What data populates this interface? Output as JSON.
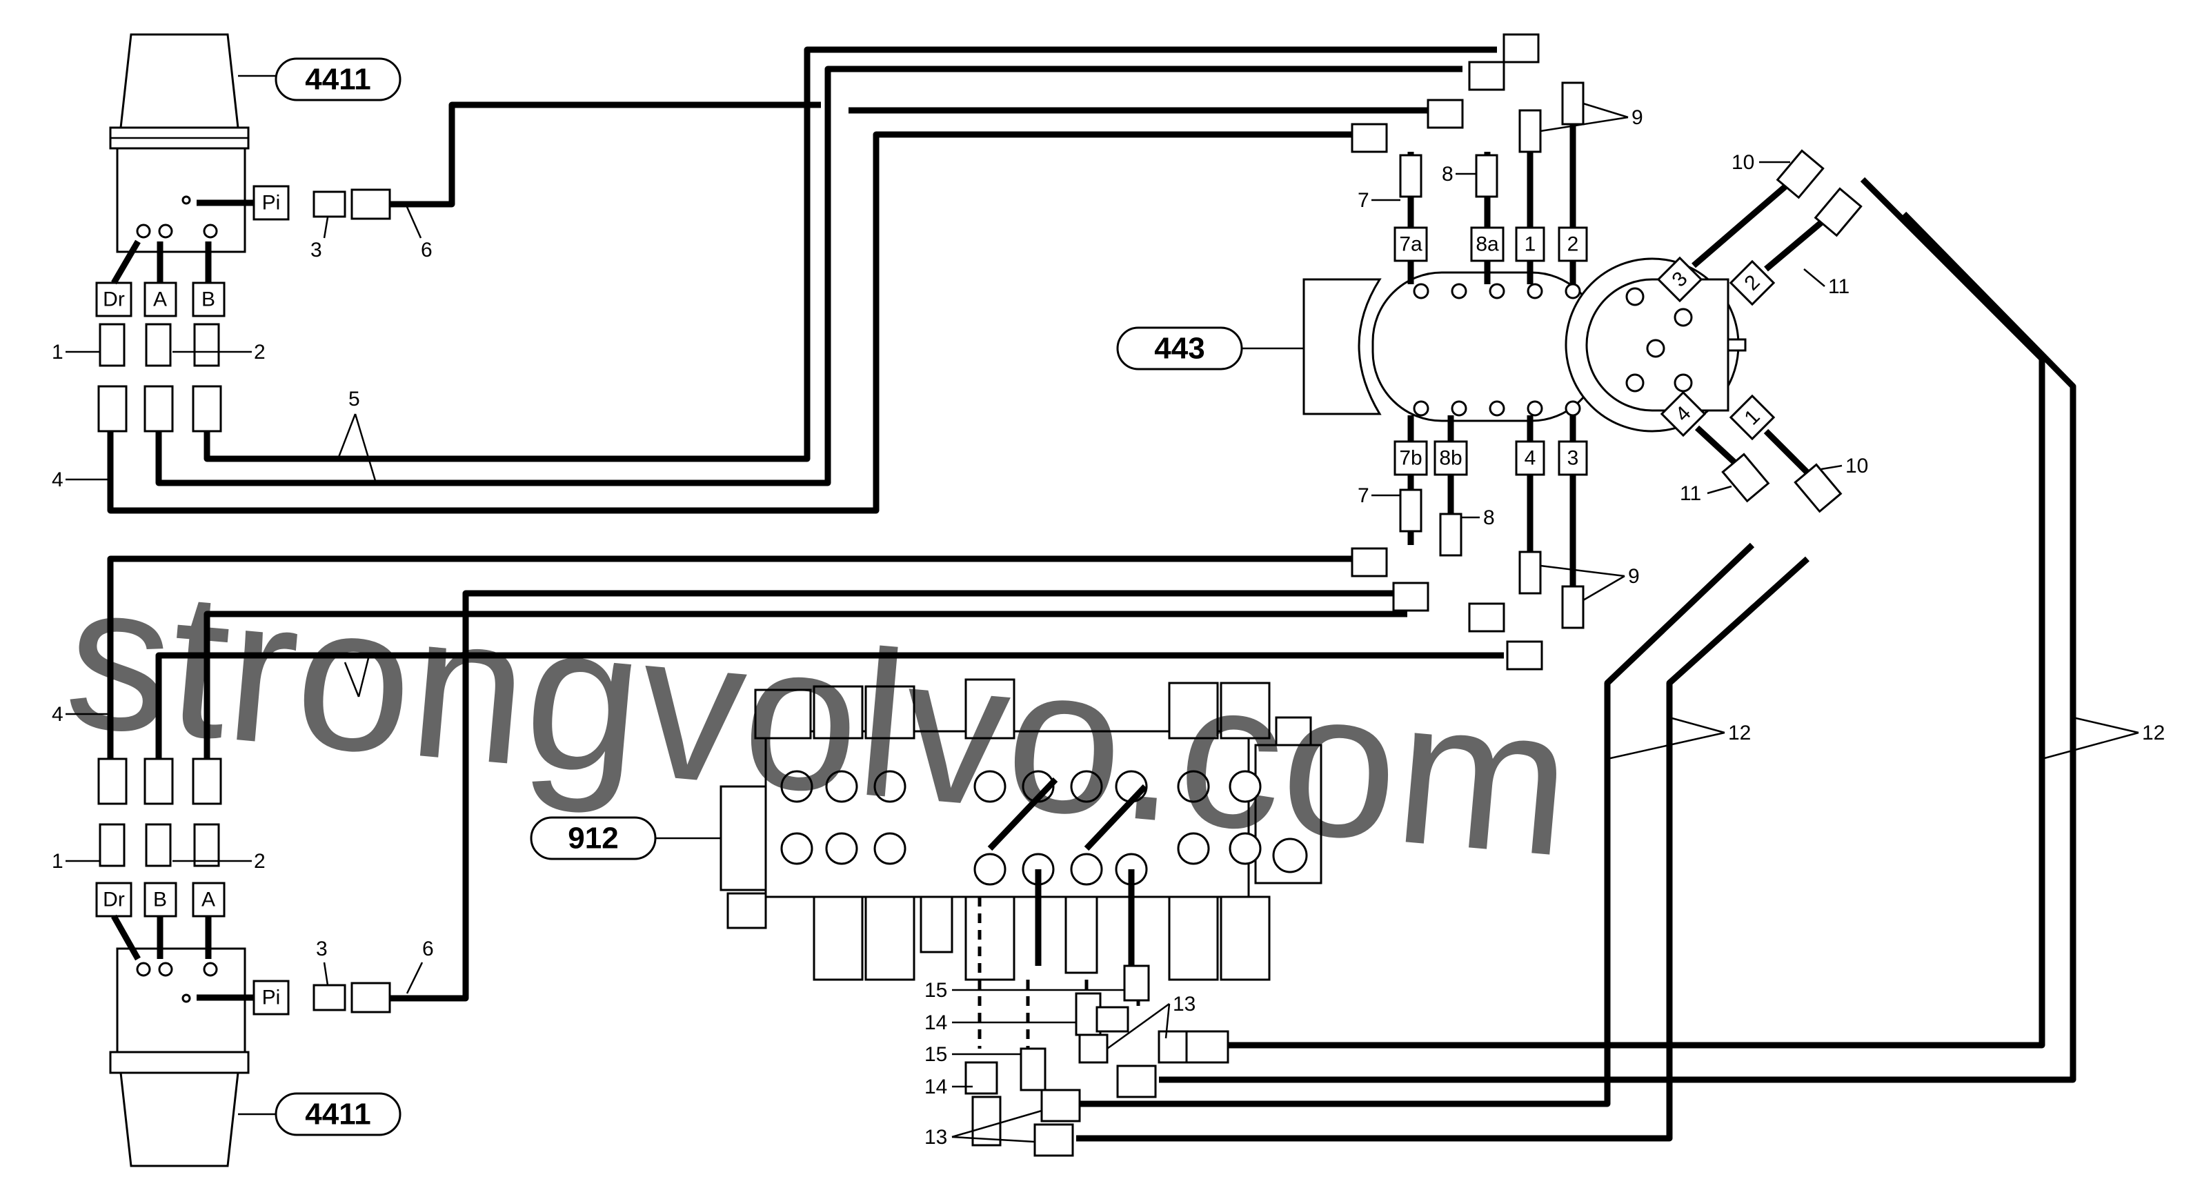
{
  "components": {
    "steer_cyl_top": "4411",
    "steer_cyl_bottom": "4411",
    "swivel": "443",
    "control_valve": "912"
  },
  "port_labels": {
    "top_cyl": [
      "Dr",
      "A",
      "B",
      "Pi"
    ],
    "bottom_cyl": [
      "Dr",
      "B",
      "A",
      "Pi"
    ],
    "swivel_top": [
      "7a",
      "8a",
      "1",
      "2"
    ],
    "swivel_bottom": [
      "7b",
      "8b",
      "4",
      "3"
    ],
    "swivel_right": [
      "3",
      "2",
      "4",
      "1"
    ]
  },
  "item_numbers": {
    "n1": "1",
    "n2": "2",
    "n3": "3",
    "n4": "4",
    "n5": "5",
    "n6": "6",
    "n7": "7",
    "n8": "8",
    "n9": "9",
    "n10": "10",
    "n11": "11",
    "n12": "12",
    "n13": "13",
    "n14": "14",
    "n15": "15"
  },
  "watermark": "strongvolvo.com"
}
